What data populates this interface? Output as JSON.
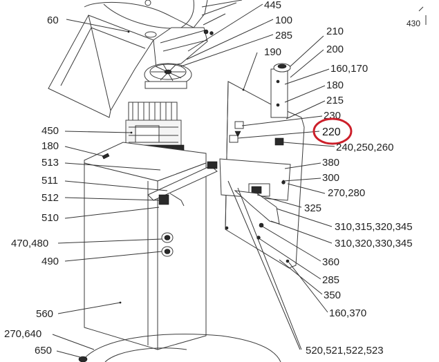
{
  "colors": {
    "highlight": "#cc1f2a",
    "ink": "#222222",
    "leader": "#333333"
  },
  "labels": {
    "l60": "60",
    "l445": "445",
    "l100": "100",
    "l285a": "285",
    "l430": "430",
    "l210": "210",
    "l200": "200",
    "l190": "190",
    "l160_170": "160,170",
    "l180a": "180",
    "l215": "215",
    "l230": "230",
    "l220": "220",
    "l240_250_260": "240,250,260",
    "l450": "450",
    "l180b": "180",
    "l513": "513",
    "l511": "511",
    "l512": "512",
    "l510": "510",
    "l380": "380",
    "l300": "300",
    "l270_280": "270,280",
    "l325": "325",
    "l310_315_320_345": "310,315,320,345",
    "l310_320_330_345": "310,320,330,345",
    "l470_480": "470,480",
    "l490": "490",
    "l360": "360",
    "l285b": "285",
    "l350": "350",
    "l560": "560",
    "l160_370": "160,370",
    "l270_640": "270,640",
    "l650": "650",
    "l520_523": "520,521,522,523"
  },
  "highlighted_label": "220"
}
